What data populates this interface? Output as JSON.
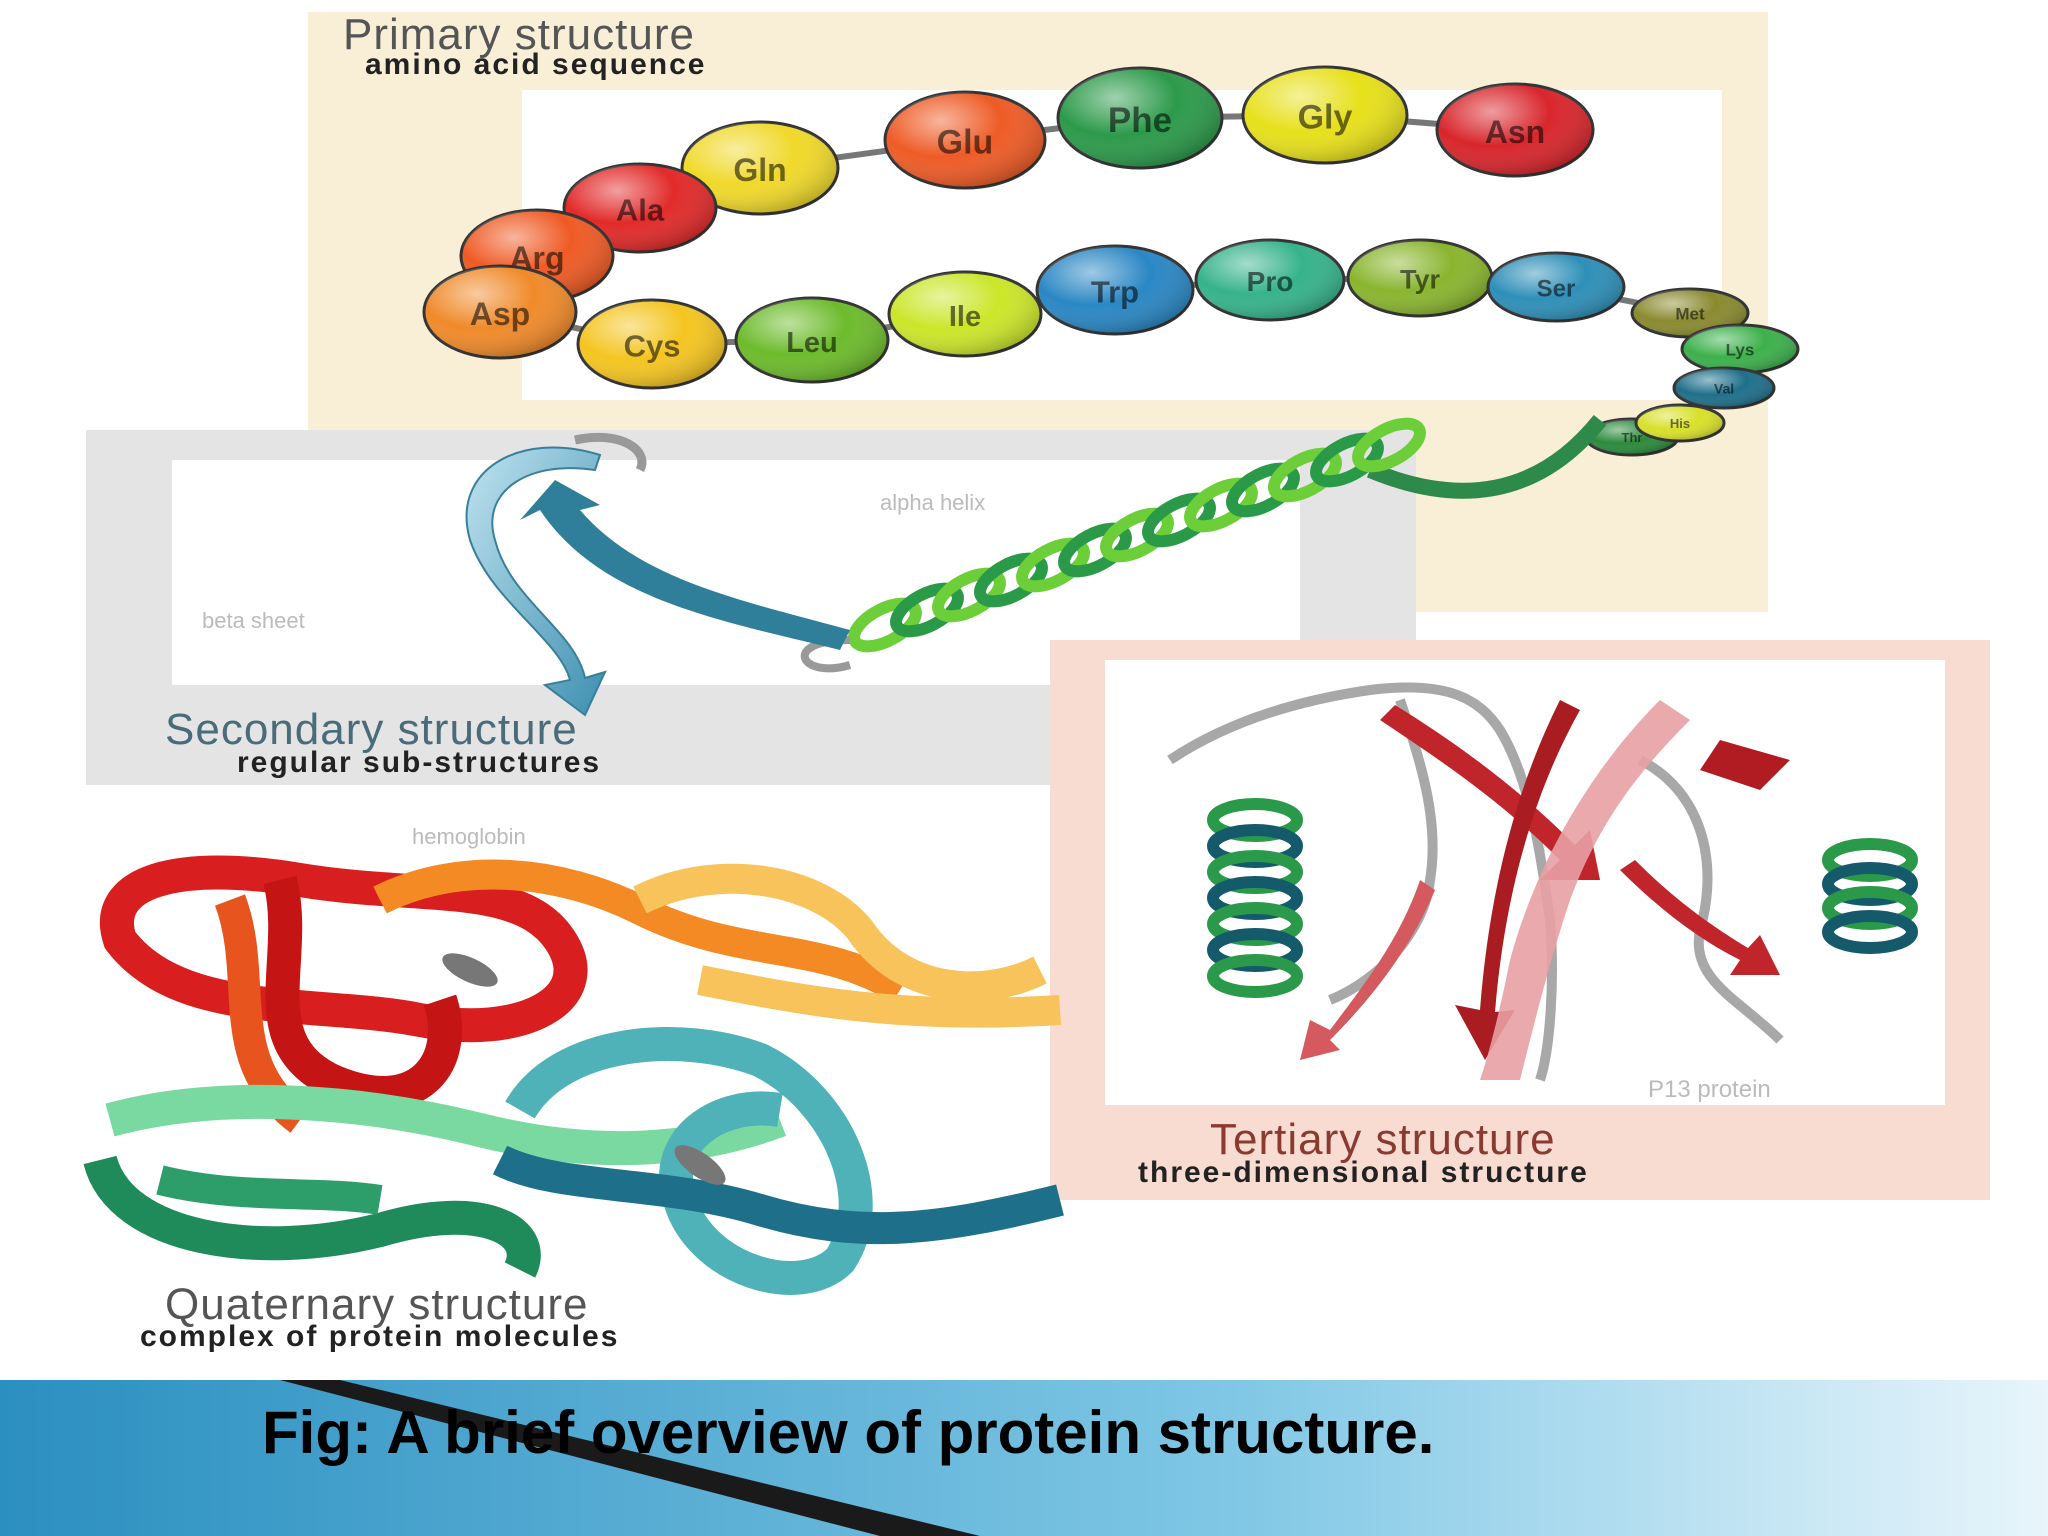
{
  "panels": {
    "primary": {
      "title": "Primary structure",
      "subtitle": "amino acid sequence"
    },
    "secondary": {
      "title": "Secondary structure",
      "subtitle": "regular sub-structures",
      "alpha_label": "alpha helix",
      "beta_label": "beta sheet"
    },
    "tertiary": {
      "title": "Tertiary structure",
      "subtitle": "three-dimensional structure",
      "protein_label": "P13 protein"
    },
    "quaternary": {
      "title": "Quaternary structure",
      "subtitle": "complex of protein molecules",
      "protein_label": "hemoglobin"
    }
  },
  "amino_acids": [
    {
      "label": "Asn",
      "color": "#d8262c"
    },
    {
      "label": "Gly",
      "color": "#e7e01b"
    },
    {
      "label": "Phe",
      "color": "#2c9a4a"
    },
    {
      "label": "Glu",
      "color": "#ee5b26"
    },
    {
      "label": "Gln",
      "color": "#f0d92a"
    },
    {
      "label": "Ala",
      "color": "#e22a2a"
    },
    {
      "label": "Arg",
      "color": "#ef5a24"
    },
    {
      "label": "Asp",
      "color": "#f08a2a"
    },
    {
      "label": "Cys",
      "color": "#f4c521"
    },
    {
      "label": "Leu",
      "color": "#6dbb2c"
    },
    {
      "label": "Ile",
      "color": "#cbe62a"
    },
    {
      "label": "Trp",
      "color": "#2a87c4"
    },
    {
      "label": "Pro",
      "color": "#36b38b"
    },
    {
      "label": "Tyr",
      "color": "#8ab52f"
    },
    {
      "label": "Ser",
      "color": "#2e8fb8"
    },
    {
      "label": "Met",
      "color": "#8a8a30"
    },
    {
      "label": "Lys",
      "color": "#3cb04c"
    },
    {
      "label": "Val",
      "color": "#1f6f8a"
    },
    {
      "label": "Thr",
      "color": "#2c8a3c"
    },
    {
      "label": "His",
      "color": "#d8e02a"
    }
  ],
  "caption": "Fig: A brief overview of protein structure.",
  "colors": {
    "primary_bg": "#f9efd6",
    "secondary_bg": "#e4e4e4",
    "tertiary_bg": "#f8dcd2",
    "bottom_bar": "#2b8fc0"
  }
}
